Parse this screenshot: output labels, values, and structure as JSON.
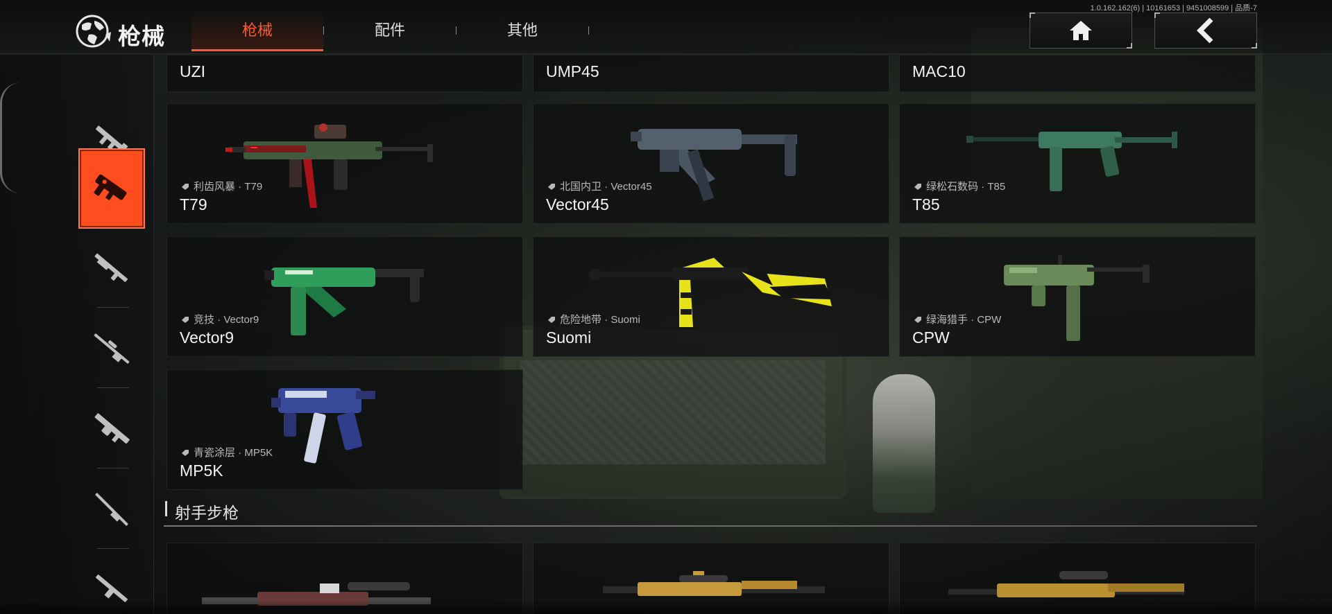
{
  "app": {
    "title": "枪械",
    "version": "1.0.162.162(6) | 10161653 | 9451008599 | 品质-7"
  },
  "tabs": [
    {
      "label": "枪械",
      "active": true
    },
    {
      "label": "配件",
      "active": false
    },
    {
      "label": "其他",
      "active": false
    }
  ],
  "nav": {
    "home_icon": "home-icon",
    "back_icon": "back-icon"
  },
  "colors": {
    "accent": "#ff5a2e",
    "active_side": "#ff4d1f"
  },
  "sidebar": {
    "items": [
      {
        "icon": "assault-rifle-icon",
        "active": false
      },
      {
        "icon": "submachine-gun-icon",
        "active": true
      },
      {
        "icon": "shotgun-icon",
        "active": false
      },
      {
        "icon": "sniper-rifle-icon",
        "active": false
      },
      {
        "icon": "light-machine-gun-icon",
        "active": false
      },
      {
        "icon": "marksman-rifle-icon",
        "active": false
      },
      {
        "icon": "pistol-icon",
        "active": false
      }
    ]
  },
  "top_row_partial": [
    {
      "name": "UZI"
    },
    {
      "name": "UMP45"
    },
    {
      "name": "MAC10"
    }
  ],
  "guns": [
    {
      "skin": "利齿风暴 · T79",
      "name": "T79"
    },
    {
      "skin": "北国内卫 · Vector45",
      "name": "Vector45"
    },
    {
      "skin": "绿松石数码 · T85",
      "name": "T85"
    },
    {
      "skin": "竞技 · Vector9",
      "name": "Vector9"
    },
    {
      "skin": "危险地带 · Suomi",
      "name": "Suomi"
    },
    {
      "skin": "绿海猎手 · CPW",
      "name": "CPW"
    },
    {
      "skin": "青瓷涂层 · MP5K",
      "name": "MP5K"
    }
  ],
  "section": {
    "title": "射手步枪"
  }
}
